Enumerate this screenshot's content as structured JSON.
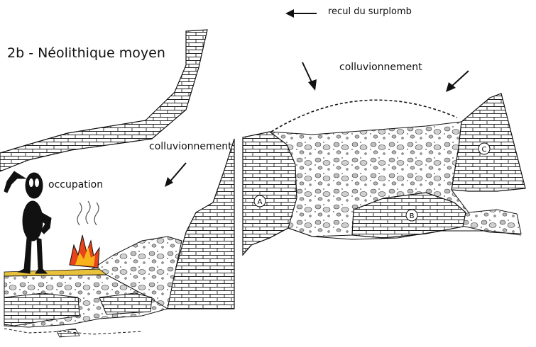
{
  "title": "2b - Néolithique moyen",
  "labels": {
    "recul": "recul du surplomb",
    "colluvionnement_right": "colluvionnement",
    "colluvionnement_left": "colluvionnement",
    "occupation": "occupation"
  },
  "markers": {
    "a": "A",
    "b": "B",
    "c": "C"
  },
  "colors": {
    "ink": "#111111",
    "rock_fill": "#ffffff",
    "rubble_fill": "#c8c8c8",
    "fire_outer": "#e8431a",
    "fire_inner": "#f7b21a",
    "occupation_floor": "#e8c23a"
  }
}
